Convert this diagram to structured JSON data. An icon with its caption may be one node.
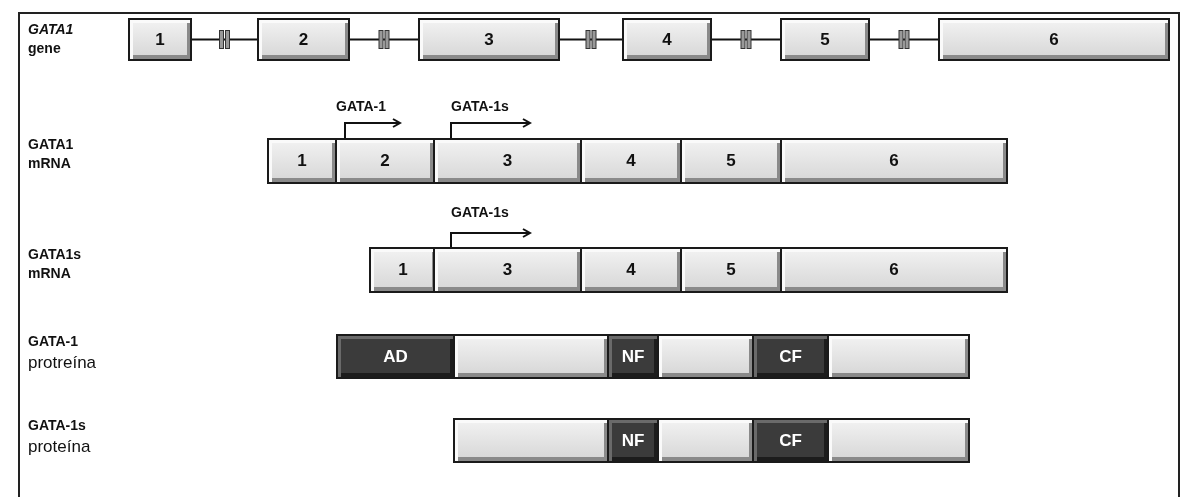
{
  "diagram": {
    "nodes": [
      {
        "text": [
          "1"
        ]
      },
      {
        "text": [
          "2"
        ]
      },
      {
        "text": [
          "3"
        ]
      },
      {
        "text": [
          "4"
        ]
      },
      {
        "text": [
          "5"
        ]
      },
      {
        "text": [
          "6"
        ]
      },
      {
        "text": [
          "1"
        ]
      },
      {
        "text": [
          "2"
        ]
      },
      {
        "text": [
          "3"
        ]
      },
      {
        "text": [
          "4"
        ]
      },
      {
        "text": [
          "5"
        ]
      },
      {
        "text": [
          "6"
        ]
      },
      {
        "text": [
          "1"
        ]
      },
      {
        "text": [
          "3"
        ]
      },
      {
        "text": [
          "4"
        ]
      },
      {
        "text": [
          "5"
        ]
      },
      {
        "text": [
          "6"
        ]
      },
      {
        "text": [
          "AD"
        ]
      },
      {
        "text": [],
        "shape": "box"
      },
      {
        "text": [
          "NF"
        ]
      },
      {
        "text": [],
        "shape": "box"
      },
      {
        "text": [
          "CF"
        ]
      },
      {
        "text": [],
        "shape": "box"
      },
      {
        "text": [],
        "shape": "box"
      },
      {
        "text": [
          "NF"
        ]
      },
      {
        "text": [],
        "shape": "box"
      },
      {
        "text": [
          "CF"
        ]
      },
      {
        "text": [],
        "shape": "box"
      }
    ],
    "edges": [
      {
        "from": 0,
        "to": 1,
        "arrow": "none"
      },
      {
        "from": 1,
        "to": 2,
        "arrow": "none"
      },
      {
        "from": 2,
        "to": 3,
        "arrow": "none"
      },
      {
        "from": 3,
        "to": 4,
        "arrow": "none"
      },
      {
        "from": 4,
        "to": 5,
        "arrow": "none"
      }
    ],
    "labels": [
      "*GATA1* gene",
      "GATA-1",
      "GATA-1s",
      "GATA1 mRNA",
      "GATA-1s",
      "GATA1s mRNA",
      "**GATA-1** protreína",
      "**GATA-1s** proteína"
    ]
  }
}
